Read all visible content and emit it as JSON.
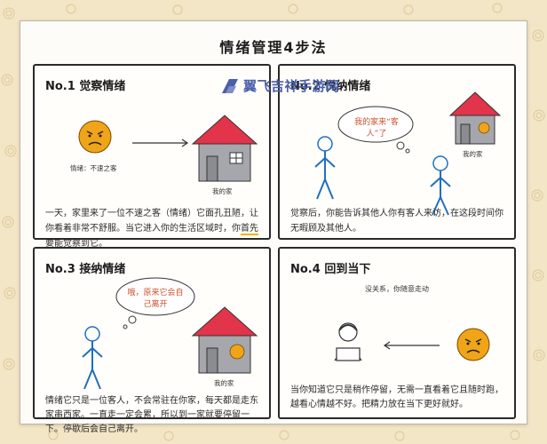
{
  "title": "情绪管理4步法",
  "watermark": "翼飞吉祥手游网",
  "panels": [
    {
      "title": "No.1  觉察情绪",
      "emotion_label": "情绪：不速之客",
      "house_label": "我的家",
      "text_before": "一天，家里来了一位不速之客（情绪）它面孔丑陋，让你看着非常不舒服。当它进入你的生活区域时，你",
      "text_highlight": "首先要能觉察到它。"
    },
    {
      "title": "No.2  悦纳情绪",
      "bubble": "我的家来“客人”了",
      "house_label": "我的家",
      "text": "觉察后，你能告诉其他人你有客人来访，在这段时间你无暇顾及其他人。"
    },
    {
      "title": "No.3  接纳情绪",
      "bubble": "哦，原来它会自己离开",
      "house_label": "我的家",
      "text": "情绪它只是一位客人，不会常驻在你家，每天都是走东家串西家。一直走一定会累，所以到一家就要停留一下。停歇后会自己离开。"
    },
    {
      "title": "No.4  回到当下",
      "speech": "没关系，你随意走动",
      "text": "当你知道它只是稍作停留，无需一直看着它且随时跑，越看心情越不好。把精力放在当下更好就好。"
    }
  ],
  "colors": {
    "face": "#f0a418",
    "roof": "#e2344a",
    "wall": "#a5a7ac",
    "accent_text": "#c9502a",
    "highlight": "#f0b400",
    "person": "#1f6fc0"
  }
}
